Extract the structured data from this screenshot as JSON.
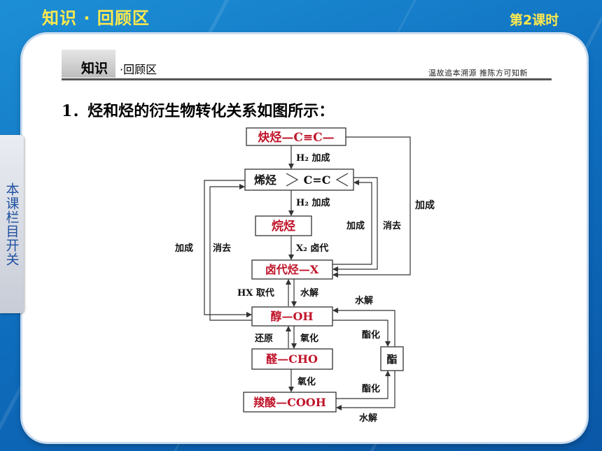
{
  "header": {
    "title": "知识 · 回顾区",
    "lesson": "第2课时"
  },
  "side_tab": {
    "label": "本课栏目开关"
  },
  "sub_header": {
    "strong": "知识",
    "rest": "·回顾区",
    "motto": "温故追本溯源 推陈方可知新"
  },
  "statement": "1．烃和烃的衍生物转化关系如图所示：",
  "diagram": {
    "nodes": {
      "alkyne": "炔烃—C≡C—",
      "alkene_name": "烯烃",
      "alkene_formula": "C=C",
      "alkane": "烷烃",
      "halide": "卤代烃—X",
      "alcohol": "醇—OH",
      "aldehyde": "醛—CHO",
      "acid": "羧酸—COOH",
      "ester": "酯"
    },
    "edges": {
      "alkyne_alkene": "H₂ 加成",
      "alkene_alkane": "H₂ 加成",
      "alkane_halide": "X₂ 卤代",
      "alkyne_halide": "加成",
      "alkene_halide_add": "加成",
      "halide_alkene_elim": "消去",
      "alkene_alcohol_add": "加成",
      "alcohol_alkene_elim": "消去",
      "alcohol_halide": "HX 取代",
      "halide_alcohol": "水解",
      "aldehyde_alcohol": "还原",
      "alcohol_aldehyde": "氧化",
      "aldehyde_acid": "氧化",
      "ester_alcohol": "水解",
      "alcohol_ester": "酯化",
      "acid_ester": "酯化",
      "ester_acid": "水解"
    },
    "colors": {
      "node_text_red": "#c0142a",
      "line": "#333333"
    }
  }
}
